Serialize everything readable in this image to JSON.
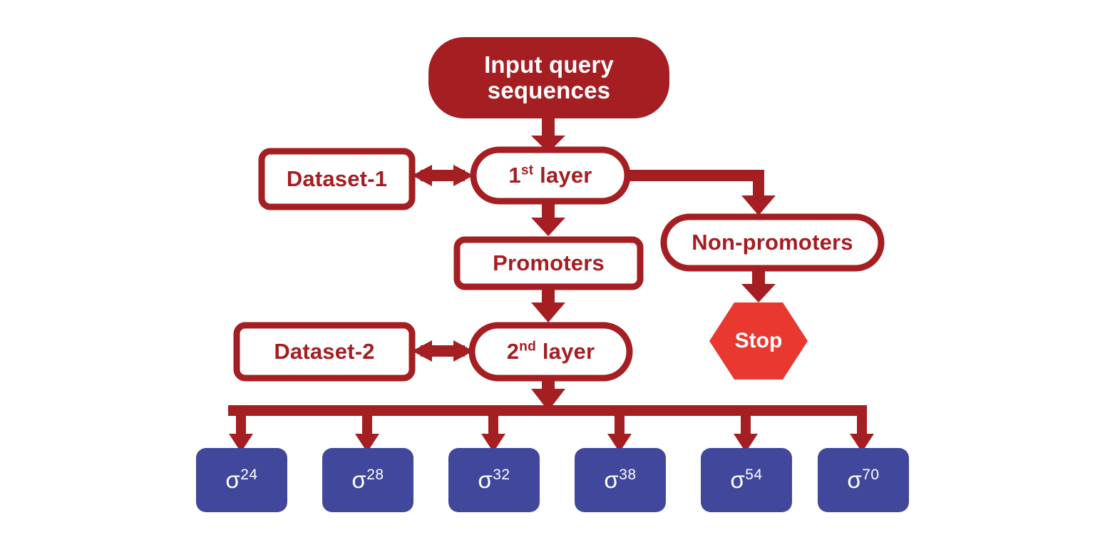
{
  "diagram": {
    "title": "Two-layer promoter and sigma-factor prediction flowchart",
    "type": "flowchart",
    "background_color": "#FFFFFF",
    "colors": {
      "dark_red": "#A41E22",
      "bright_red": "#E8382F",
      "blue": "#41479B",
      "white": "#FFFFFF"
    },
    "nodes": [
      {
        "id": "input-query-sequences",
        "label_line1": "Input query",
        "label_line2": "sequences",
        "shape": "rounded-rectangle-filled",
        "fill": "#A41E22",
        "text_color": "#FFFFFF"
      },
      {
        "id": "dataset-1",
        "label": "Dataset-1",
        "shape": "rounded-rectangle",
        "fill": "#FFFFFF",
        "stroke": "#A41E22",
        "text_color": "#A41E22"
      },
      {
        "id": "first-layer",
        "label_main": "1",
        "label_sup": "st",
        "label_tail": " layer",
        "label": "1st layer",
        "shape": "stadium",
        "fill": "#FFFFFF",
        "stroke": "#A41E22",
        "text_color": "#A41E22"
      },
      {
        "id": "promoters",
        "label": "Promoters",
        "shape": "rounded-rectangle",
        "fill": "#FFFFFF",
        "stroke": "#A41E22",
        "text_color": "#A41E22"
      },
      {
        "id": "non-promoters",
        "label": "Non-promoters",
        "shape": "stadium",
        "fill": "#FFFFFF",
        "stroke": "#A41E22",
        "text_color": "#A41E22"
      },
      {
        "id": "stop",
        "label": "Stop",
        "shape": "hexagon",
        "fill": "#E8382F",
        "text_color": "#FFFFFF"
      },
      {
        "id": "dataset-2",
        "label": "Dataset-2",
        "shape": "rounded-rectangle",
        "fill": "#FFFFFF",
        "stroke": "#A41E22",
        "text_color": "#A41E22"
      },
      {
        "id": "second-layer",
        "label_main": "2",
        "label_sup": "nd",
        "label_tail": " layer",
        "label": "2nd layer",
        "shape": "stadium",
        "fill": "#FFFFFF",
        "stroke": "#A41E22",
        "text_color": "#A41E22"
      }
    ],
    "sigma_classes": [
      {
        "id": "sigma-24",
        "base": "σ",
        "exponent": "24",
        "label": "σ24"
      },
      {
        "id": "sigma-28",
        "base": "σ",
        "exponent": "28",
        "label": "σ28"
      },
      {
        "id": "sigma-32",
        "base": "σ",
        "exponent": "32",
        "label": "σ32"
      },
      {
        "id": "sigma-38",
        "base": "σ",
        "exponent": "38",
        "label": "σ38"
      },
      {
        "id": "sigma-54",
        "base": "σ",
        "exponent": "54",
        "label": "σ54"
      },
      {
        "id": "sigma-70",
        "base": "σ",
        "exponent": "70",
        "label": "σ70"
      }
    ],
    "edges": [
      {
        "from": "input-query-sequences",
        "to": "first-layer",
        "style": "arrow-down"
      },
      {
        "from": "dataset-1",
        "to": "first-layer",
        "style": "double-headed-arrow"
      },
      {
        "from": "first-layer",
        "to": "promoters",
        "style": "arrow-down"
      },
      {
        "from": "first-layer",
        "to": "non-promoters",
        "style": "elbow-arrow-right-down"
      },
      {
        "from": "promoters",
        "to": "second-layer",
        "style": "arrow-down"
      },
      {
        "from": "non-promoters",
        "to": "stop",
        "style": "arrow-down"
      },
      {
        "from": "dataset-2",
        "to": "second-layer",
        "style": "double-headed-arrow"
      },
      {
        "from": "second-layer",
        "to": "sigma-bus",
        "style": "arrow-down-to-bus"
      },
      {
        "from": "sigma-bus",
        "to": "sigma-24",
        "style": "arrow-down"
      },
      {
        "from": "sigma-bus",
        "to": "sigma-28",
        "style": "arrow-down"
      },
      {
        "from": "sigma-bus",
        "to": "sigma-32",
        "style": "arrow-down"
      },
      {
        "from": "sigma-bus",
        "to": "sigma-38",
        "style": "arrow-down"
      },
      {
        "from": "sigma-bus",
        "to": "sigma-54",
        "style": "arrow-down"
      },
      {
        "from": "sigma-bus",
        "to": "sigma-70",
        "style": "arrow-down"
      }
    ]
  }
}
